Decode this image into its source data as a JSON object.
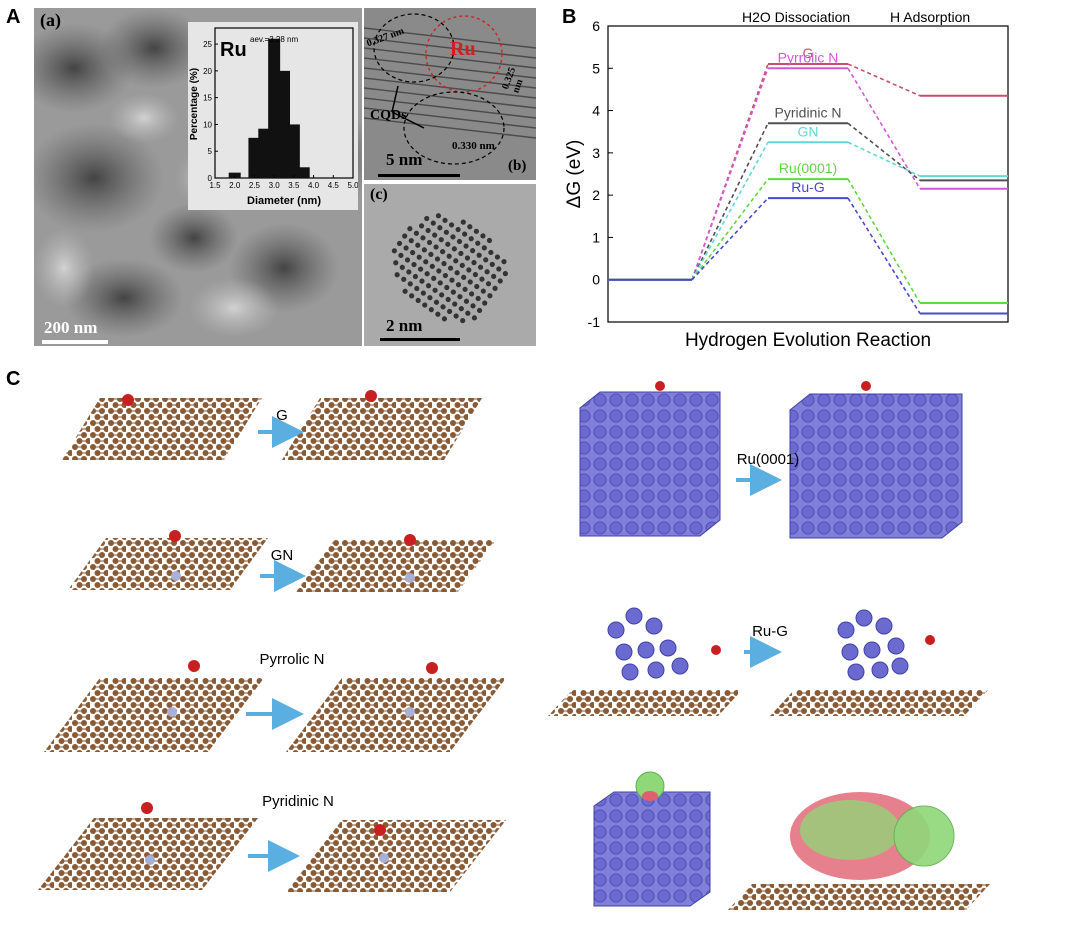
{
  "panels": {
    "A": "A",
    "B": "B",
    "C": "C"
  },
  "tem": {
    "a_label": "(a)",
    "b_label": "(b)",
    "c_label": "(c)",
    "scale_a": "200 nm",
    "scale_b": "5 nm",
    "scale_c": "2 nm",
    "ru_label": "Ru",
    "ru_red_label": "Ru",
    "cqds_label": "CQDs",
    "lattice_1": "0.327 nm",
    "lattice_2": "0.325 nm",
    "lattice_3": "0.330 nm",
    "histogram": {
      "title": "Ru",
      "avg_label": "aev.=3.28 nm",
      "ylabel": "Percentage (%)",
      "xlabel": "Diameter (nm)",
      "x_ticks": [
        "1.5",
        "2.0",
        "2.5",
        "3.0",
        "3.5",
        "4.0",
        "4.5",
        "5.0"
      ],
      "y_ticks": [
        "0",
        "5",
        "10",
        "15",
        "20",
        "25"
      ],
      "centers": [
        2.0,
        2.5,
        2.75,
        3.0,
        3.25,
        3.5,
        3.75,
        4.0,
        4.25
      ],
      "values": [
        1,
        7.5,
        9.2,
        26,
        20,
        10,
        2,
        0,
        0
      ]
    }
  },
  "chart_data": {
    "type": "line",
    "xlabel": "Hydrogen Evolution Reaction",
    "ylabel": "ΔG (eV)",
    "ylim": [
      -1,
      6
    ],
    "y_ticks": [
      "-1",
      "0",
      "1",
      "2",
      "3",
      "4",
      "5",
      "6"
    ],
    "stage_labels": [
      "H2O Dissociation",
      "H Adsorption"
    ],
    "series": [
      {
        "name": "G",
        "color": "#c8506a",
        "values": [
          0,
          5.1,
          4.35
        ]
      },
      {
        "name": "Pyrrolic N",
        "color": "#d058d8",
        "values": [
          0,
          5.0,
          2.15
        ]
      },
      {
        "name": "Pyridinic N",
        "color": "#505050",
        "values": [
          0,
          3.7,
          2.35
        ]
      },
      {
        "name": "GN",
        "color": "#60d8d8",
        "values": [
          0,
          3.25,
          2.45
        ]
      },
      {
        "name": "Ru(0001)",
        "color": "#60d840",
        "values": [
          0,
          2.38,
          -0.55
        ]
      },
      {
        "name": "Ru-G",
        "color": "#4848d0",
        "values": [
          0,
          1.93,
          -0.8
        ]
      }
    ]
  },
  "panel_c": {
    "g": "G",
    "gn": "GN",
    "pyrrolic": "Pyrrolic N",
    "pyridinic": "Pyridinic N",
    "ru0001": "Ru(0001)",
    "rug": "Ru-G"
  }
}
